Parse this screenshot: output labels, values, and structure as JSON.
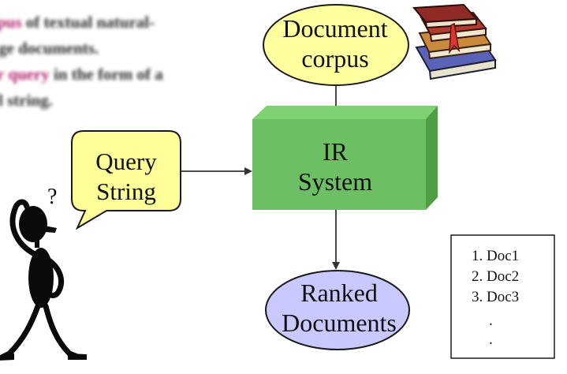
{
  "background_text": {
    "line1_highlight": "pus",
    "line1_rest": " of textual natural-",
    "line2": "ge documents.",
    "line3_highlight": "r query",
    "line3_rest": " in the form of a",
    "line4": "l string."
  },
  "diagram": {
    "corpus_label_line1": "Document",
    "corpus_label_line2": "corpus",
    "ir_label_line1": "IR",
    "ir_label_line2": "System",
    "query_label_line1": "Query",
    "query_label_line2": "String",
    "ranked_label_line1": "Ranked",
    "ranked_label_line2": "Documents",
    "question_mark": "?"
  },
  "results_list": {
    "items": [
      "1. Doc1",
      "2. Doc2",
      "3. Doc3"
    ],
    "ellipsis": [
      ".",
      "."
    ]
  },
  "colors": {
    "corpus_fill": "#ffffa0",
    "ir_front": "#6cc063",
    "ir_top": "#7fd173",
    "ir_side": "#4f9e44",
    "query_fill": "#ffff99",
    "ranked_fill": "#c9c9ff",
    "arrow": "#333333",
    "highlight_text": "#b0236b"
  }
}
